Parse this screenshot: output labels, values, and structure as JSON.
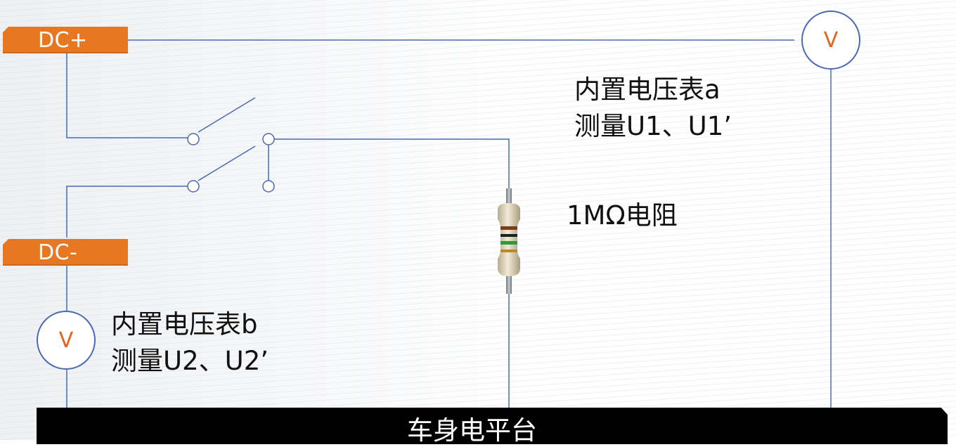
{
  "terminals": {
    "dc_plus": "DC+",
    "dc_minus": "DC-"
  },
  "meters": {
    "top_symbol": "V",
    "bottom_symbol": "V"
  },
  "labels": {
    "meter_a_line1": "内置电压表a",
    "meter_a_line2": "测量U1、U1’",
    "resistor": "1MΩ电阻",
    "meter_b_line1": "内置电压表b",
    "meter_b_line2": "测量U2、U2’"
  },
  "platform": {
    "label": "车身电平台"
  },
  "colors": {
    "wire": "#4a6ab5",
    "terminal": "#e87722",
    "meter_symbol": "#e0661e",
    "platform": "#000000"
  },
  "icons": [
    "switch-icon",
    "resistor-icon",
    "voltmeter-icon"
  ]
}
